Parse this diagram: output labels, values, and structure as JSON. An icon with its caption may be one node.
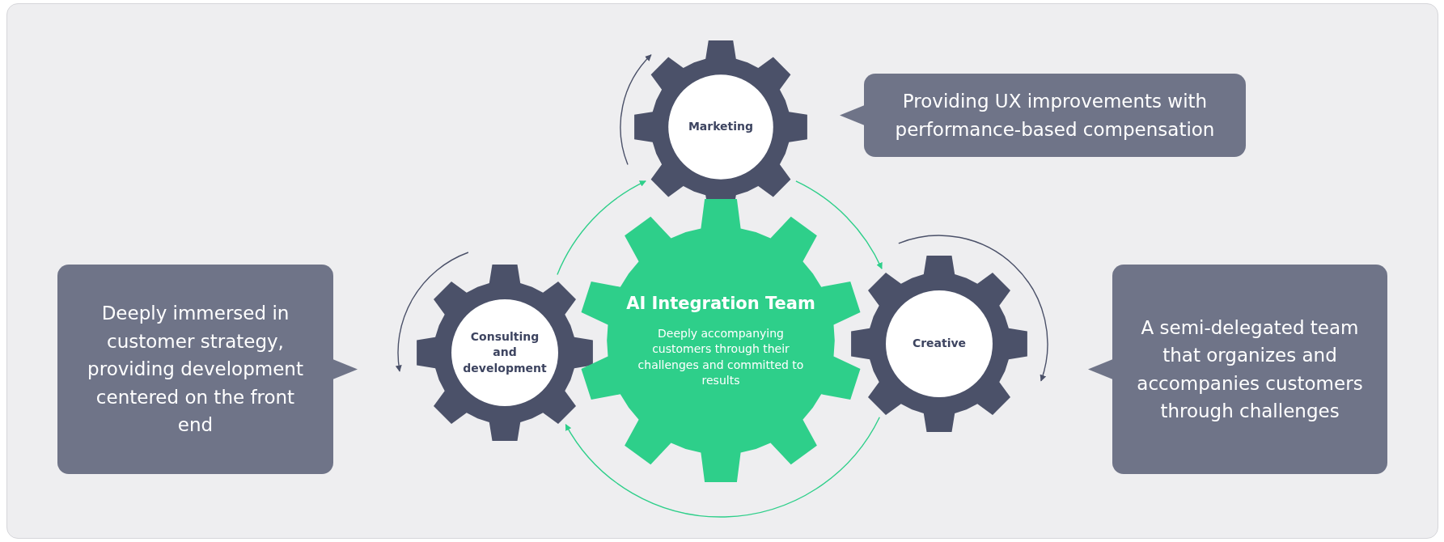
{
  "diagram": {
    "nodes": [
      {
        "text": [
          "Marketing"
        ]
      },
      {
        "text": [
          "Providing UX improvements with performance-based compensation"
        ]
      },
      {
        "text": [
          "Deeply immersed in customer strategy, providing development centered on the front end"
        ]
      },
      {
        "text": [
          "Consulting and development"
        ]
      },
      {
        "text": [
          "AI Integration Team",
          "Deeply accompanying customers through their challenges and committed to results"
        ]
      },
      {
        "text": [
          "Creative"
        ]
      },
      {
        "text": [
          "A semi-delegated team that organizes and accompanies customers through challenges"
        ]
      }
    ],
    "edges": [
      {
        "from": 3,
        "to": 0,
        "arrow": "to"
      },
      {
        "from": 0,
        "to": 5,
        "arrow": "to"
      },
      {
        "from": 5,
        "to": 3,
        "arrow": "to"
      }
    ]
  }
}
